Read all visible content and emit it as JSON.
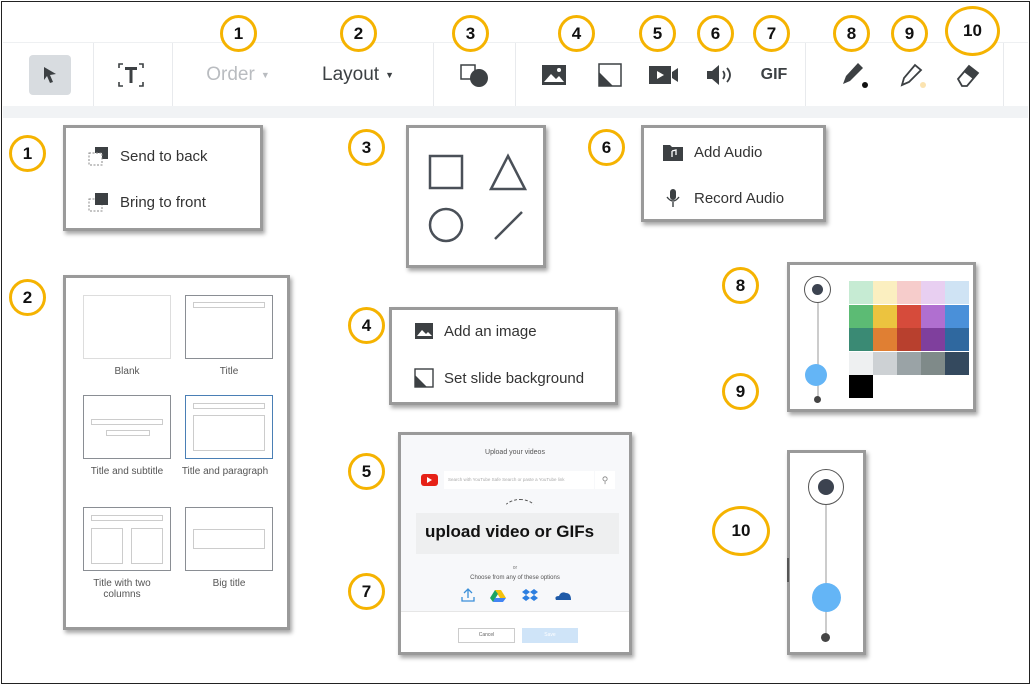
{
  "toolbar": {
    "order_label": "Order",
    "layout_label": "Layout",
    "gif_label": "GIF"
  },
  "callouts": [
    "1",
    "2",
    "3",
    "4",
    "5",
    "6",
    "7",
    "8",
    "9",
    "10"
  ],
  "order_menu": {
    "items": [
      "Send to back",
      "Bring to front"
    ]
  },
  "layout_menu": {
    "items": [
      "Blank",
      "Title",
      "Title and subtitle",
      "Title and paragraph",
      "Title with two columns",
      "Big title"
    ],
    "selected": "Title and paragraph"
  },
  "image_menu": {
    "items": [
      "Add an image",
      "Set slide background"
    ]
  },
  "audio_menu": {
    "items": [
      "Add Audio",
      "Record Audio"
    ]
  },
  "video_dialog": {
    "title": "Upload your videos",
    "search_placeholder": "Search with YouTube Safe Search or paste a YouTube link",
    "overlay": "upload video or GIFs",
    "or": "or",
    "choose": "Choose from any of these options",
    "cancel": "Cancel",
    "save": "Save"
  },
  "palette": {
    "colors": [
      "#c6ebd3",
      "#fbefc0",
      "#f6cccb",
      "#e8cff1",
      "#cfe3f4",
      "#5cbb74",
      "#ecc33f",
      "#d64b3b",
      "#b06fd0",
      "#4a90d9",
      "#3a8a74",
      "#e07f33",
      "#b8402e",
      "#7f3f9d",
      "#2f689f",
      "#eef0f1",
      "#cdd1d4",
      "#9aa3a6",
      "#7f8a89",
      "#34495e",
      "#000000",
      "#ffffff"
    ],
    "brush_color": "#64b5f6"
  }
}
